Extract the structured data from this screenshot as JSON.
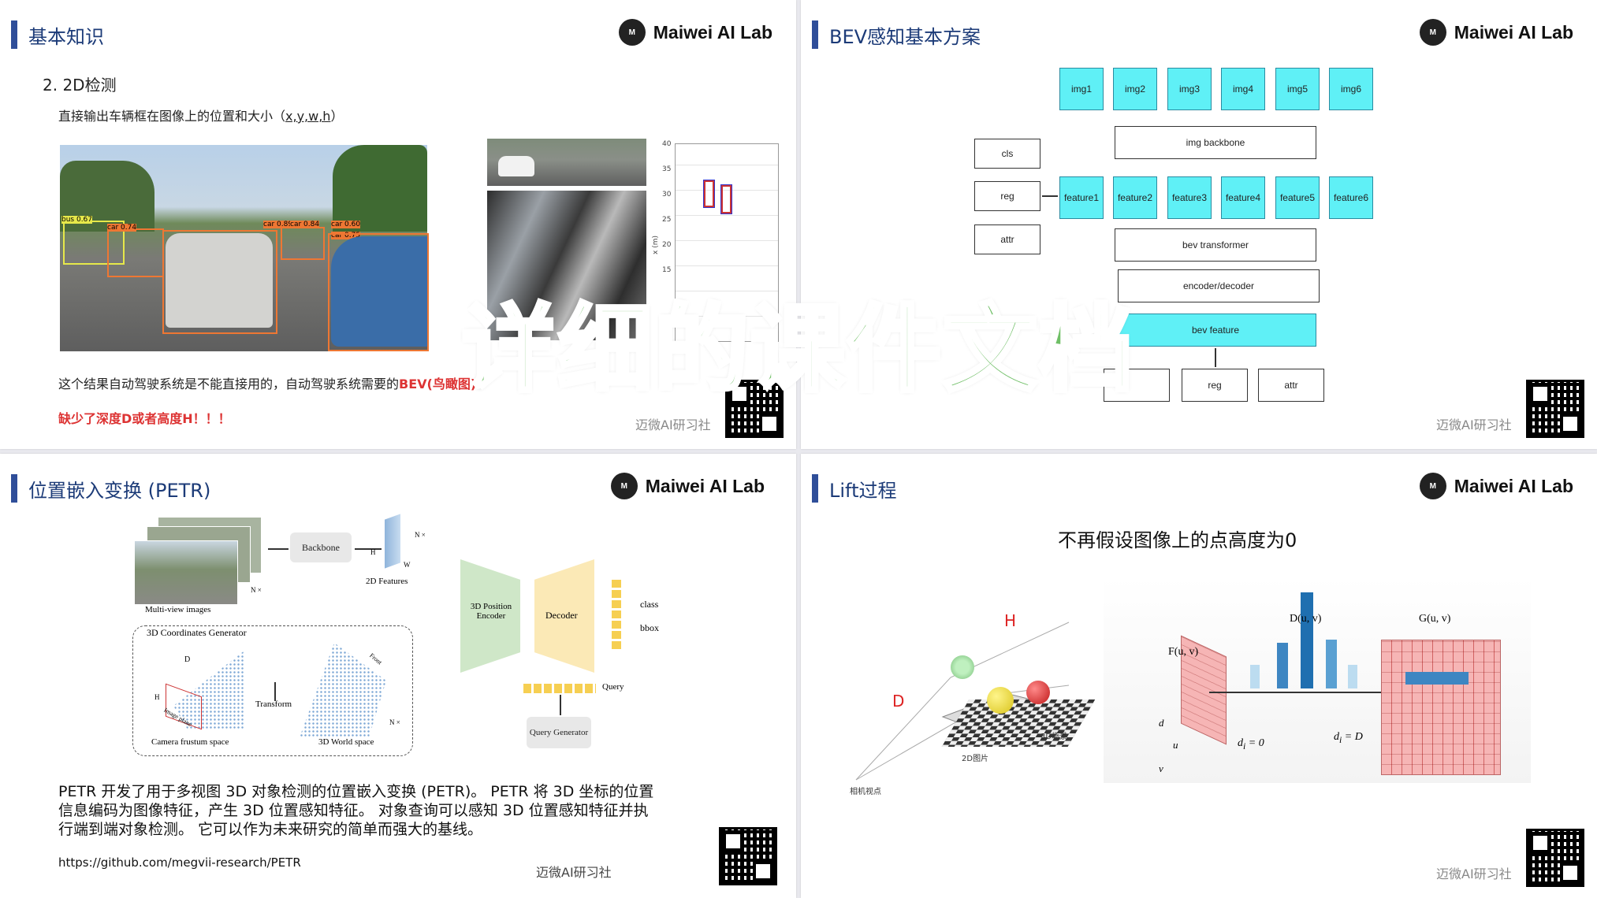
{
  "slide1": {
    "title": "基本知识",
    "logo": "Maiwei AI Lab",
    "heading": "2.  2D检测",
    "desc": "直接输出车辆框在图像上的位置和大小（",
    "desc_var": "x,y,w,h",
    "desc_end": "）",
    "bus_label": "bus 0.67",
    "car_labels": [
      "car 0.74",
      "car 0.89",
      "car 0.84",
      "car 0.60",
      "car 0.75"
    ],
    "plot_ticks": [
      "40",
      "35",
      "30",
      "25",
      "20",
      "15"
    ],
    "plot_ylabel": "x (m)",
    "note": "这个结果自动驾驶系统是不能直接用的，自动驾驶系统需要的",
    "note_highlight": "BEV(",
    "note_highlight2": "鸟瞰图)",
    "warning": "缺少了深度D或者高度H！！！",
    "footer": "迈微AI研习社"
  },
  "slide2": {
    "title": "BEV感知基本方案",
    "logo": "Maiwei AI Lab",
    "imgs": [
      "img1",
      "img2",
      "img3",
      "img4",
      "img5",
      "img6"
    ],
    "backbone": "img backbone",
    "features": [
      "feature1",
      "feature2",
      "feature3",
      "feature4",
      "feature5",
      "feature6"
    ],
    "heads_left": [
      "cls",
      "reg",
      "attr"
    ],
    "bev_transformer": "bev  transformer",
    "encoder_decoder": "encoder/decoder",
    "bev_feature": "bev feature",
    "heads_bottom": [
      "reg",
      "attr"
    ],
    "footer": "迈微AI研习社"
  },
  "slide3": {
    "title": "位置嵌入变换 (PETR)",
    "logo": "Maiwei AI Lab",
    "multiview": "Multi-view images",
    "backbone": "Backbone",
    "features2d": "2D Features",
    "hf": "H",
    "wf": "W",
    "nx": "N ×",
    "coords_gen": "3D Coordinates Generator",
    "d_label": "D",
    "transform": "Transform",
    "frustum": "Camera frustum space",
    "world": "3D World space",
    "image_plane": "Image plane",
    "front": "Front",
    "encoder": "3D Position Encoder",
    "decoder": "Decoder",
    "class": "class",
    "bbox": "bbox",
    "query": "Query",
    "query_gen": "Query Generator",
    "paragraph": [
      "PETR 开发了用于多视图 3D 对象检测的位置嵌入变换 (PETR)。 PETR 将 3D 坐标的位置",
      "信息编码为图像特征，产生 3D 位置感知特征。 对象查询可以感知 3D 位置感知特征并执",
      "行端到端对象检测。 它可以作为未来研究的简单而强大的基线。"
    ],
    "link": "https://github.com/megvii-research/PETR",
    "footer": "迈微AI研习社"
  },
  "slide4": {
    "title": "Lift过程",
    "logo": "Maiwei AI Lab",
    "subtitle": "不再假设图像上的点高度为0",
    "h_label": "H",
    "d_label": "D",
    "scene3d": "3D场景",
    "image2d": "2D图片",
    "camera": "相机视点",
    "fuv": "F(u, v)",
    "duv": "D(u, v)",
    "guv": "G(u, v)",
    "d0": "d",
    "d0_sub": "i",
    "d0_eq": " = 0",
    "dD": "d",
    "dD_sub": "i",
    "dD_eq": " = D",
    "axis_d": "d",
    "axis_u": "u",
    "axis_v": "v",
    "footer": "迈微AI研习社"
  },
  "overlay": "详细的课件文档"
}
